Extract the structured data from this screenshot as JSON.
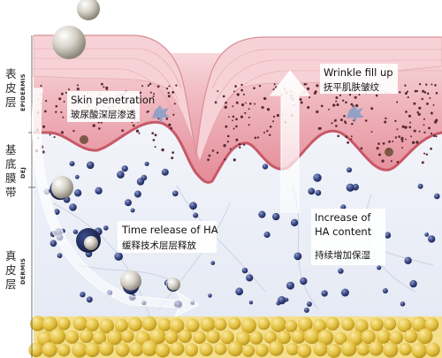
{
  "layers": {
    "epidermis": {
      "cn_chars": [
        "表",
        "皮",
        "层"
      ],
      "en": "EPIDERMIS"
    },
    "dej": {
      "cn_chars": [
        "基",
        "底",
        "膜",
        "带"
      ],
      "en": "DEJ"
    },
    "dermis": {
      "cn_chars": [
        "真",
        "皮",
        "层"
      ],
      "en": "DERMIS"
    }
  },
  "callouts": {
    "skin_penetration": {
      "en": "Skin penetration",
      "cn": "玻尿酸深层渗透"
    },
    "wrinkle_fill": {
      "en": "Wrinkle fill up",
      "cn": "抚平肌肤皱纹"
    },
    "time_release": {
      "en": "Time release of HA",
      "cn": "缓释技术层层释放"
    },
    "increase": {
      "en_line1": "Increase of",
      "en_line2": "HA content",
      "cn": "持续增加保湿"
    }
  },
  "colors": {
    "epidermis_top": "#f3c9ce",
    "epidermis_mid": "#eaa3ac",
    "basal": "#e07986",
    "dermis": "#eef1f9",
    "fat": "#e6c64a",
    "ha_dot": "#2f3f7a"
  }
}
